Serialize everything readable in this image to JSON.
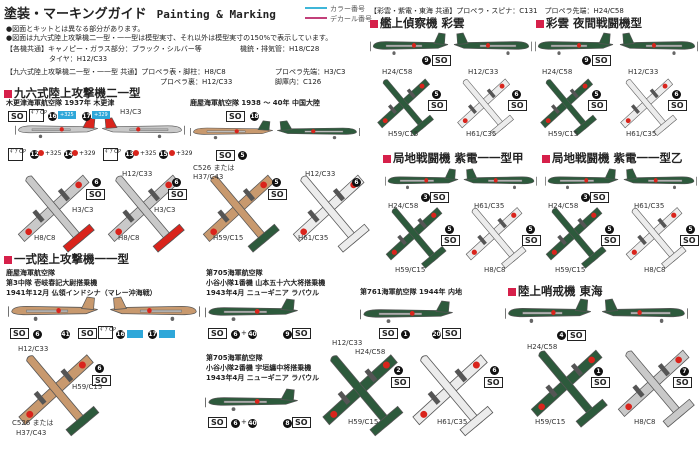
{
  "header": {
    "title": "塗装・マーキングガイド",
    "title_en": "Painting & Marking",
    "legend": {
      "color_number": "カラー番号",
      "decal_number": "デカール番号"
    },
    "notes": [
      "●図面とキットとは異なる部分があります。",
      "●図面は九六式陸上攻撃機二一型・一一型は模型実寸、それ以外は模型実寸の150%で表示しています。"
    ],
    "common_all": "【各機共通】キャノピー・ガラス部分：ブラック・シルバー等",
    "common_all_2": "機銃・排気管：H18/C28",
    "common_all_3": "タイヤ：H12/C33",
    "common_g3m": "【九六式陸上攻撃機二一型・一一型 共通】プロペラ表・脚柱：H8/C8",
    "common_g3m_2": "プロペラ先端：H3/C3",
    "common_g3m_3": "プロペラ裏：H12/C33",
    "common_g3m_4": "脚庫内：C126",
    "common_right": "【彩雲・紫電・東海 共通】プロペラ・スピナ：C131　プロペラ先端：H24/C58"
  },
  "colors": {
    "accent": "#d6204a",
    "color_line": "#3fb6d8",
    "decal_line": "#c2407a",
    "green": "#2d5a3c",
    "grey": "#c9c9c9",
    "white": "#ececec",
    "tan": "#c8996e",
    "red": "#d9241c"
  },
  "sections": {
    "g3m2": {
      "title": "九六式陸上攻撃機二一型",
      "unit1": "木更津海軍航空隊 1937年 木更津",
      "unit2": "鹿屋海軍航空隊 1938 ～ 40年 中国大陸"
    },
    "g4m1": {
      "title": "一式陸上攻撃機一一型",
      "unit1": [
        "鹿屋海軍航空隊",
        "第3中隊 壱岐春記大尉搭乗機",
        "1941年12月 仏領インドシナ（マレー沖海戦）"
      ],
      "unit2": [
        "第705海軍航空隊",
        "小谷小隊1番機 山本五十六大将搭乗機",
        "1943年4月 ニューギニア ラバウル"
      ],
      "unit3": [
        "第705海軍航空隊",
        "小谷小隊2番機 宇垣纏中将搭乗機",
        "1943年4月 ニューギニア ラバウル"
      ],
      "unit4": "第761海軍航空隊 1944年 内地"
    },
    "saiun": {
      "title": "艦上偵察機 彩雲"
    },
    "saiun_nf": {
      "title": "彩雲 夜間戦闘機型"
    },
    "shiden_a": {
      "title": "局地戦闘機 紫電一一型甲"
    },
    "shiden_b": {
      "title": "局地戦闘機 紫電一一型乙"
    },
    "tokai": {
      "title": "陸上哨戒機 東海"
    }
  },
  "callouts": [
    {
      "t": "SO",
      "k": "so"
    },
    {
      "t": "ｷﾞｱ OP",
      "k": "op"
    },
    {
      "t": "16",
      "k": "num"
    },
    {
      "t": "+325",
      "k": "badge"
    },
    {
      "t": "17",
      "k": "num"
    },
    {
      "t": "+329",
      "k": "badge"
    },
    {
      "t": "H3/C3",
      "k": "code"
    },
    {
      "t": "ｷﾞｱ OP",
      "k": "op"
    },
    {
      "t": "12",
      "k": "num"
    },
    {
      "t": "+325",
      "k": "dot"
    },
    {
      "t": "14",
      "k": "num"
    },
    {
      "t": "+329",
      "k": "dot"
    },
    {
      "t": "ｷﾞｱ OP",
      "k": "op"
    },
    {
      "t": "13",
      "k": "num"
    },
    {
      "t": "+325",
      "k": "dot"
    },
    {
      "t": "15",
      "k": "num"
    },
    {
      "t": "+329",
      "k": "dot"
    },
    {
      "t": "SO",
      "k": "so"
    },
    {
      "t": "18",
      "k": "num"
    },
    {
      "t": "SO",
      "k": "so"
    },
    {
      "t": "5",
      "k": "num"
    },
    {
      "t": "6",
      "k": "num"
    },
    {
      "t": "SO",
      "k": "so"
    },
    {
      "t": "H3/C3",
      "k": "code"
    },
    {
      "t": "H8/C8",
      "k": "code"
    },
    {
      "t": "H12/C33",
      "k": "code"
    },
    {
      "t": "6",
      "k": "num"
    },
    {
      "t": "SO",
      "k": "so"
    },
    {
      "t": "H3/C3",
      "k": "code"
    },
    {
      "t": "H8/C8",
      "k": "code"
    },
    {
      "t": "C526 または",
      "k": "code"
    },
    {
      "t": "H37/C43",
      "k": "code"
    },
    {
      "t": "5",
      "k": "num"
    },
    {
      "t": "SO",
      "k": "so"
    },
    {
      "t": "H59/C15",
      "k": "code"
    },
    {
      "t": "H12/C33",
      "k": "code"
    },
    {
      "t": "6",
      "k": "num"
    },
    {
      "t": "H61/C35",
      "k": "code"
    },
    {
      "t": "SO",
      "k": "so"
    },
    {
      "t": "6",
      "k": "num"
    },
    {
      "t": "41",
      "k": "num"
    },
    {
      "t": "SO",
      "k": "so"
    },
    {
      "t": "ｷﾞｱ OP",
      "k": "op"
    },
    {
      "t": "16",
      "k": "num"
    },
    {
      "t": "17",
      "k": "num"
    },
    {
      "t": "SO",
      "k": "so"
    },
    {
      "t": "6",
      "k": "num"
    },
    {
      "t": "+",
      "k": "plus"
    },
    {
      "t": "40",
      "k": "num"
    },
    {
      "t": "9",
      "k": "num"
    },
    {
      "t": "SO",
      "k": "so"
    },
    {
      "t": "H12/C33",
      "k": "code"
    },
    {
      "t": "6",
      "k": "num"
    },
    {
      "t": "SO",
      "k": "so"
    },
    {
      "t": "H59/C15",
      "k": "code"
    },
    {
      "t": "C526 または",
      "k": "code"
    },
    {
      "t": "H37/C43",
      "k": "code"
    },
    {
      "t": "SO",
      "k": "so"
    },
    {
      "t": "6",
      "k": "num"
    },
    {
      "t": "+",
      "k": "plus"
    },
    {
      "t": "40",
      "k": "num"
    },
    {
      "t": "8",
      "k": "num"
    },
    {
      "t": "SO",
      "k": "so"
    },
    {
      "t": "H12/C33",
      "k": "code"
    },
    {
      "t": "H24/C58",
      "k": "code"
    },
    {
      "t": "2",
      "k": "num"
    },
    {
      "t": "SO",
      "k": "so"
    },
    {
      "t": "H59/C15",
      "k": "code"
    },
    {
      "t": "6",
      "k": "num"
    },
    {
      "t": "SO",
      "k": "so"
    },
    {
      "t": "H61/C35",
      "k": "code"
    },
    {
      "t": "SO",
      "k": "so"
    },
    {
      "t": "1",
      "k": "num"
    },
    {
      "t": "20",
      "k": "num"
    },
    {
      "t": "SO",
      "k": "so"
    },
    {
      "t": "9",
      "k": "num"
    },
    {
      "t": "SO",
      "k": "so"
    },
    {
      "t": "H24/C58",
      "k": "code"
    },
    {
      "t": "5",
      "k": "num"
    },
    {
      "t": "SO",
      "k": "so"
    },
    {
      "t": "H59/C15",
      "k": "code"
    },
    {
      "t": "H12/C33",
      "k": "code"
    },
    {
      "t": "6",
      "k": "num"
    },
    {
      "t": "SO",
      "k": "so"
    },
    {
      "t": "H61/C35",
      "k": "code"
    },
    {
      "t": "9",
      "k": "num"
    },
    {
      "t": "SO",
      "k": "so"
    },
    {
      "t": "H24/C58",
      "k": "code"
    },
    {
      "t": "5",
      "k": "num"
    },
    {
      "t": "SO",
      "k": "so"
    },
    {
      "t": "H59/C15",
      "k": "code"
    },
    {
      "t": "H12/C33",
      "k": "code"
    },
    {
      "t": "6",
      "k": "num"
    },
    {
      "t": "SO",
      "k": "so"
    },
    {
      "t": "H61/C35",
      "k": "code"
    },
    {
      "t": "3",
      "k": "num"
    },
    {
      "t": "SO",
      "k": "so"
    },
    {
      "t": "H24/C58",
      "k": "code"
    },
    {
      "t": "5",
      "k": "num"
    },
    {
      "t": "SO",
      "k": "so"
    },
    {
      "t": "H59/C15",
      "k": "code"
    },
    {
      "t": "H61/C35",
      "k": "code"
    },
    {
      "t": "5",
      "k": "num"
    },
    {
      "t": "SO",
      "k": "so"
    },
    {
      "t": "H8/C8",
      "k": "code"
    },
    {
      "t": "3",
      "k": "num"
    },
    {
      "t": "SO",
      "k": "so"
    },
    {
      "t": "H24/C58",
      "k": "code"
    },
    {
      "t": "5",
      "k": "num"
    },
    {
      "t": "SO",
      "k": "so"
    },
    {
      "t": "H59/C15",
      "k": "code"
    },
    {
      "t": "H61/C35",
      "k": "code"
    },
    {
      "t": "5",
      "k": "num"
    },
    {
      "t": "SO",
      "k": "so"
    },
    {
      "t": "H8/C8",
      "k": "code"
    },
    {
      "t": "4",
      "k": "num"
    },
    {
      "t": "SO",
      "k": "so"
    },
    {
      "t": "H24/C58",
      "k": "code"
    },
    {
      "t": "1",
      "k": "num"
    },
    {
      "t": "SO",
      "k": "so"
    },
    {
      "t": "H59/C15",
      "k": "code"
    },
    {
      "t": "7",
      "k": "num"
    },
    {
      "t": "SO",
      "k": "so"
    },
    {
      "t": "H8/C8",
      "k": "code"
    }
  ]
}
